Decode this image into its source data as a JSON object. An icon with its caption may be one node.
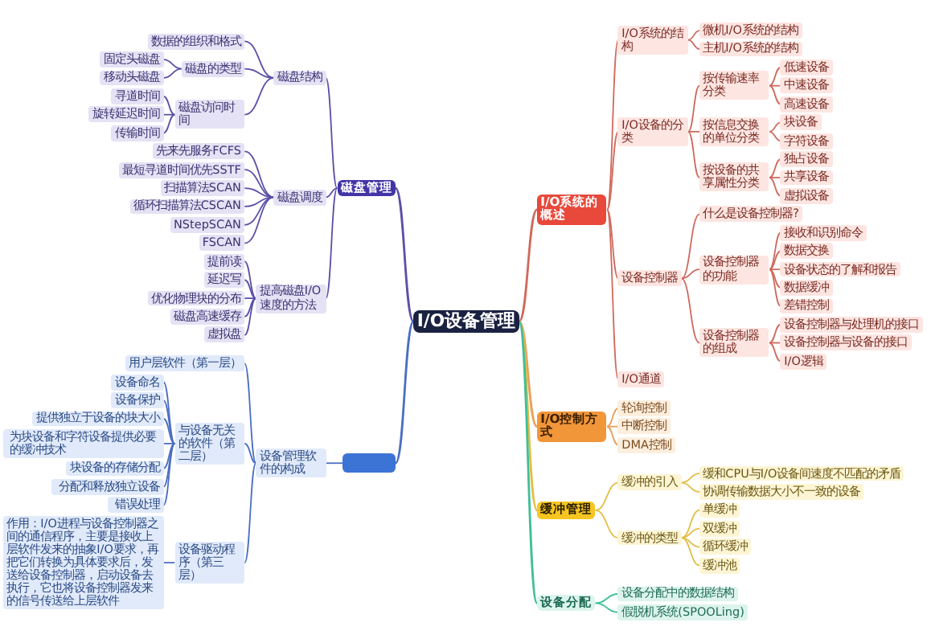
{
  "diagram": {
    "nodes": [
      {
        "text": [
          "I/O设备管理"
        ]
      },
      {
        "text": [
          "I/O系统的概述"
        ]
      },
      {
        "text": [
          "I/O系统的结构"
        ]
      },
      {
        "text": [
          "微机I/O系统的结构"
        ]
      },
      {
        "text": [
          "主机I/O系统的结构"
        ]
      },
      {
        "text": [
          "I/O设备的分类"
        ]
      },
      {
        "text": [
          "按传输速率分类"
        ]
      },
      {
        "text": [
          "低速设备"
        ]
      },
      {
        "text": [
          "中速设备"
        ]
      },
      {
        "text": [
          "高速设备"
        ]
      },
      {
        "text": [
          "按信息交换的单位分类"
        ]
      },
      {
        "text": [
          "块设备"
        ]
      },
      {
        "text": [
          "字符设备"
        ]
      },
      {
        "text": [
          "按设备的共享属性分类"
        ]
      },
      {
        "text": [
          "独占设备"
        ]
      },
      {
        "text": [
          "共享设备"
        ]
      },
      {
        "text": [
          "虚拟设备"
        ]
      },
      {
        "text": [
          "设备控制器"
        ]
      },
      {
        "text": [
          "什么是设备控制器?"
        ]
      },
      {
        "text": [
          "设备控制器的功能"
        ]
      },
      {
        "text": [
          "接收和识别命令"
        ]
      },
      {
        "text": [
          "数据交换"
        ]
      },
      {
        "text": [
          "设备状态的了解和报告"
        ]
      },
      {
        "text": [
          "数据缓冲"
        ]
      },
      {
        "text": [
          "差错控制"
        ]
      },
      {
        "text": [
          "设备控制器的组成"
        ]
      },
      {
        "text": [
          "设备控制器与处理机的接口"
        ]
      },
      {
        "text": [
          "设备控制器与设备的接口"
        ]
      },
      {
        "text": [
          "I/O逻辑"
        ]
      },
      {
        "text": [
          "I/O通道"
        ]
      },
      {
        "text": [
          "I/O控制方式"
        ]
      },
      {
        "text": [
          "轮询控制"
        ]
      },
      {
        "text": [
          "中断控制"
        ]
      },
      {
        "text": [
          "DMA控制"
        ]
      },
      {
        "text": [
          "缓冲管理"
        ]
      },
      {
        "text": [
          "缓冲的引入"
        ]
      },
      {
        "text": [
          "缓和CPU与I/O设备间速度不匹配的矛盾"
        ]
      },
      {
        "text": [
          "协调传输数据大小不一致的设备"
        ]
      },
      {
        "text": [
          "缓冲的类型"
        ]
      },
      {
        "text": [
          "单缓冲"
        ]
      },
      {
        "text": [
          "双缓冲"
        ]
      },
      {
        "text": [
          "循环缓冲"
        ]
      },
      {
        "text": [
          "缓冲池"
        ]
      },
      {
        "text": [
          "设备分配"
        ]
      },
      {
        "text": [
          "设备分配中的数据结构"
        ]
      },
      {
        "text": [
          "假脱机系统(SPOOLing)"
        ]
      },
      {
        "text": [
          "磁盘管理"
        ]
      },
      {
        "text": [
          "磁盘结构"
        ]
      },
      {
        "text": [
          "数据的组织和格式"
        ]
      },
      {
        "text": [
          "磁盘的类型"
        ]
      },
      {
        "text": [
          "固定头磁盘"
        ]
      },
      {
        "text": [
          "移动头磁盘"
        ]
      },
      {
        "text": [
          "磁盘访问时间"
        ]
      },
      {
        "text": [
          "寻道时间"
        ]
      },
      {
        "text": [
          "旋转延迟时间"
        ]
      },
      {
        "text": [
          "传输时间"
        ]
      },
      {
        "text": [
          "磁盘调度"
        ]
      },
      {
        "text": [
          "先来先服务FCFS"
        ]
      },
      {
        "text": [
          "最短寻道时间优先SSTF"
        ]
      },
      {
        "text": [
          "扫描算法SCAN"
        ]
      },
      {
        "text": [
          "循环扫描算法CSCAN"
        ]
      },
      {
        "text": [
          "NStepSCAN"
        ]
      },
      {
        "text": [
          "FSCAN"
        ]
      },
      {
        "text": [
          "提高磁盘I/O速度的方法"
        ]
      },
      {
        "text": [
          "提前读"
        ]
      },
      {
        "text": [
          "延迟写"
        ]
      },
      {
        "text": [
          "优化物理块的分布"
        ]
      },
      {
        "text": [
          "磁盘高速缓存"
        ]
      },
      {
        "text": [
          "虚拟盘"
        ]
      },
      {
        "text": [],
        "shape": "box"
      },
      {
        "text": [
          "设备管理软件的构成"
        ]
      },
      {
        "text": [
          "用户层软件（第一层）"
        ]
      },
      {
        "text": [
          "与设备无关的软件（第二层）"
        ]
      },
      {
        "text": [
          "设备命名"
        ]
      },
      {
        "text": [
          "设备保护"
        ]
      },
      {
        "text": [
          "提供独立于设备的块大小"
        ]
      },
      {
        "text": [
          "为块设备和字符设备提供必要的缓冲技术"
        ]
      },
      {
        "text": [
          "块设备的存储分配"
        ]
      },
      {
        "text": [
          "分配和释放独立设备"
        ]
      },
      {
        "text": [
          "错误处理"
        ]
      },
      {
        "text": [
          "设备驱动程序（第三层）"
        ]
      },
      {
        "text": [
          "作用：I/O进程与设备控制器之间的通信程序，主要是接收上层软件发来的抽象I/O要求，再把它们转换为具体要求后，发送给设备控制器，启动设备去执行，它也将设备控制器发来的信号传送给上层软件"
        ]
      }
    ],
    "edges": [
      {
        "from": 0,
        "to": 1,
        "arrow": "none"
      },
      {
        "from": 1,
        "to": 2,
        "arrow": "none"
      },
      {
        "from": 2,
        "to": 3,
        "arrow": "none"
      },
      {
        "from": 2,
        "to": 4,
        "arrow": "none"
      },
      {
        "from": 1,
        "to": 5,
        "arrow": "none"
      },
      {
        "from": 5,
        "to": 6,
        "arrow": "none"
      },
      {
        "from": 6,
        "to": 7,
        "arrow": "none"
      },
      {
        "from": 6,
        "to": 8,
        "arrow": "none"
      },
      {
        "from": 6,
        "to": 9,
        "arrow": "none"
      },
      {
        "from": 5,
        "to": 10,
        "arrow": "none"
      },
      {
        "from": 10,
        "to": 11,
        "arrow": "none"
      },
      {
        "from": 10,
        "to": 12,
        "arrow": "none"
      },
      {
        "from": 5,
        "to": 13,
        "arrow": "none"
      },
      {
        "from": 13,
        "to": 14,
        "arrow": "none"
      },
      {
        "from": 13,
        "to": 15,
        "arrow": "none"
      },
      {
        "from": 13,
        "to": 16,
        "arrow": "none"
      },
      {
        "from": 1,
        "to": 17,
        "arrow": "none"
      },
      {
        "from": 17,
        "to": 18,
        "arrow": "none"
      },
      {
        "from": 17,
        "to": 19,
        "arrow": "none"
      },
      {
        "from": 19,
        "to": 20,
        "arrow": "none"
      },
      {
        "from": 19,
        "to": 21,
        "arrow": "none"
      },
      {
        "from": 19,
        "to": 22,
        "arrow": "none"
      },
      {
        "from": 19,
        "to": 23,
        "arrow": "none"
      },
      {
        "from": 19,
        "to": 24,
        "arrow": "none"
      },
      {
        "from": 17,
        "to": 25,
        "arrow": "none"
      },
      {
        "from": 25,
        "to": 26,
        "arrow": "none"
      },
      {
        "from": 25,
        "to": 27,
        "arrow": "none"
      },
      {
        "from": 25,
        "to": 28,
        "arrow": "none"
      },
      {
        "from": 1,
        "to": 29,
        "arrow": "none"
      },
      {
        "from": 0,
        "to": 30,
        "arrow": "none",
        "color": "#e9a15c"
      },
      {
        "from": 30,
        "to": 31,
        "arrow": "none",
        "color": "#e9a15c"
      },
      {
        "from": 30,
        "to": 32,
        "arrow": "none",
        "color": "#e9a15c"
      },
      {
        "from": 30,
        "to": 33,
        "arrow": "none",
        "color": "#e9a15c"
      },
      {
        "from": 0,
        "to": 34,
        "arrow": "none",
        "color": "#e3bd45"
      },
      {
        "from": 34,
        "to": 35,
        "arrow": "none",
        "color": "#e3bd45"
      },
      {
        "from": 35,
        "to": 36,
        "arrow": "none",
        "color": "#e3bd45"
      },
      {
        "from": 35,
        "to": 37,
        "arrow": "none",
        "color": "#e3bd45"
      },
      {
        "from": 34,
        "to": 38,
        "arrow": "none",
        "color": "#e3bd45"
      },
      {
        "from": 38,
        "to": 39,
        "arrow": "none",
        "color": "#e3bd45"
      },
      {
        "from": 38,
        "to": 40,
        "arrow": "none",
        "color": "#e3bd45"
      },
      {
        "from": 38,
        "to": 41,
        "arrow": "none",
        "color": "#e3bd45"
      },
      {
        "from": 38,
        "to": 42,
        "arrow": "none",
        "color": "#e3bd45"
      },
      {
        "from": 0,
        "to": 43,
        "arrow": "none",
        "color": "#3fbf98"
      },
      {
        "from": 43,
        "to": 44,
        "arrow": "none",
        "color": "#3fbf98"
      },
      {
        "from": 43,
        "to": 45,
        "arrow": "none",
        "color": "#3fbf98"
      },
      {
        "from": 0,
        "to": 46,
        "arrow": "none",
        "color": "#5a50a8"
      },
      {
        "from": 46,
        "to": 47,
        "arrow": "none",
        "color": "#5a50a8"
      },
      {
        "from": 47,
        "to": 48,
        "arrow": "none",
        "color": "#5a50a8"
      },
      {
        "from": 47,
        "to": 49,
        "arrow": "none",
        "color": "#5a50a8"
      },
      {
        "from": 49,
        "to": 50,
        "arrow": "none",
        "color": "#5a50a8"
      },
      {
        "from": 49,
        "to": 51,
        "arrow": "none",
        "color": "#5a50a8"
      },
      {
        "from": 47,
        "to": 52,
        "arrow": "none",
        "color": "#5a50a8"
      },
      {
        "from": 52,
        "to": 53,
        "arrow": "none",
        "color": "#5a50a8"
      },
      {
        "from": 52,
        "to": 54,
        "arrow": "none",
        "color": "#5a50a8"
      },
      {
        "from": 52,
        "to": 55,
        "arrow": "none",
        "color": "#5a50a8"
      },
      {
        "from": 46,
        "to": 56,
        "arrow": "none",
        "color": "#5a50a8"
      },
      {
        "from": 56,
        "to": 57,
        "arrow": "none",
        "color": "#5a50a8"
      },
      {
        "from": 56,
        "to": 58,
        "arrow": "none",
        "color": "#5a50a8"
      },
      {
        "from": 56,
        "to": 59,
        "arrow": "none",
        "color": "#5a50a8"
      },
      {
        "from": 56,
        "to": 60,
        "arrow": "none",
        "color": "#5a50a8"
      },
      {
        "from": 56,
        "to": 61,
        "arrow": "none",
        "color": "#5a50a8"
      },
      {
        "from": 56,
        "to": 62,
        "arrow": "none",
        "color": "#5a50a8"
      },
      {
        "from": 46,
        "to": 63,
        "arrow": "none",
        "color": "#5a50a8"
      },
      {
        "from": 63,
        "to": 64,
        "arrow": "none",
        "color": "#5a50a8"
      },
      {
        "from": 63,
        "to": 65,
        "arrow": "none",
        "color": "#5a50a8"
      },
      {
        "from": 63,
        "to": 66,
        "arrow": "none",
        "color": "#5a50a8"
      },
      {
        "from": 63,
        "to": 67,
        "arrow": "none",
        "color": "#5a50a8"
      },
      {
        "from": 63,
        "to": 68,
        "arrow": "none",
        "color": "#5a50a8"
      },
      {
        "from": 0,
        "to": 69,
        "arrow": "none",
        "color": "#4b6fc2"
      },
      {
        "from": 69,
        "to": 70,
        "arrow": "none",
        "color": "#4b6fc2"
      },
      {
        "from": 70,
        "to": 71,
        "arrow": "none",
        "color": "#4b6fc2"
      },
      {
        "from": 70,
        "to": 72,
        "arrow": "none",
        "color": "#4b6fc2"
      },
      {
        "from": 72,
        "to": 73,
        "arrow": "none",
        "color": "#4b6fc2"
      },
      {
        "from": 72,
        "to": 74,
        "arrow": "none",
        "color": "#4b6fc2"
      },
      {
        "from": 72,
        "to": 75,
        "arrow": "none",
        "color": "#4b6fc2"
      },
      {
        "from": 72,
        "to": 76,
        "arrow": "none",
        "color": "#4b6fc2"
      },
      {
        "from": 72,
        "to": 77,
        "arrow": "none",
        "color": "#4b6fc2"
      },
      {
        "from": 72,
        "to": 78,
        "arrow": "none",
        "color": "#4b6fc2"
      },
      {
        "from": 72,
        "to": 79,
        "arrow": "none",
        "color": "#4b6fc2"
      },
      {
        "from": 70,
        "to": 80,
        "arrow": "none",
        "color": "#4b6fc2"
      },
      {
        "from": 80,
        "to": 81,
        "arrow": "none",
        "color": "#4b6fc2"
      }
    ]
  }
}
